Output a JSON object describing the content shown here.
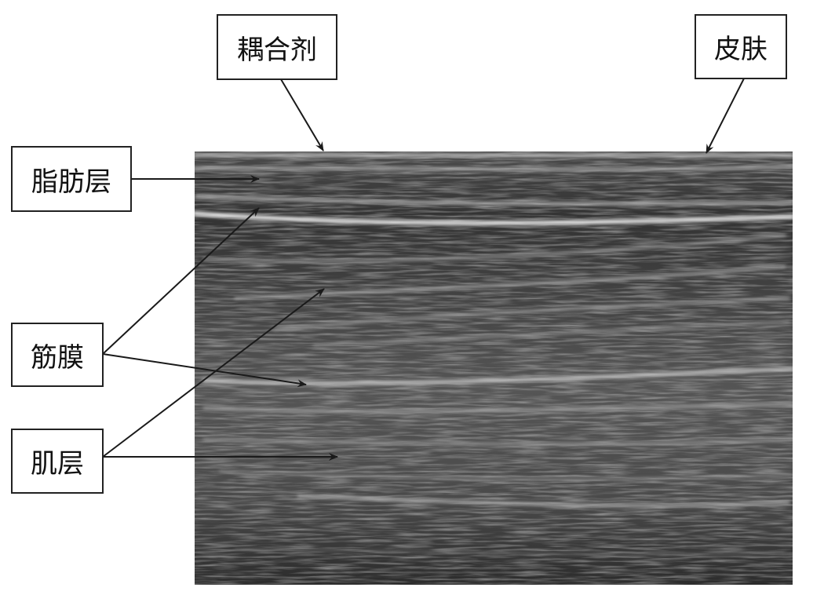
{
  "labels": {
    "coupling_agent": "耦合剂",
    "skin": "皮肤",
    "fat_layer": "脂肪层",
    "fascia": "筋膜",
    "muscle_layer": "肌层"
  },
  "colors": {
    "line": "#1a1a1a",
    "image_bg": "#3c3c3c"
  }
}
